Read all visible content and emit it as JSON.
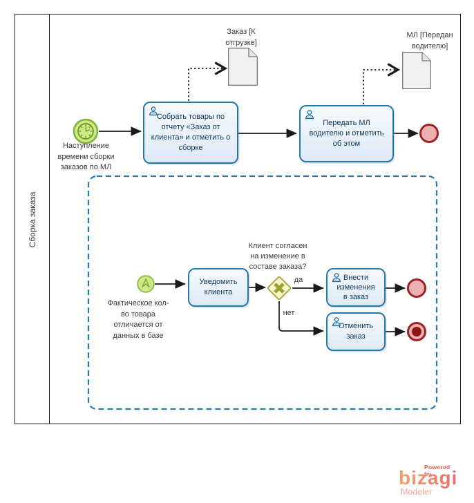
{
  "pool": {
    "label": "Сборка заказа"
  },
  "main": {
    "start_timer": {
      "label": "Наступление\nвремени сборки\nзаказов по МЛ"
    },
    "task_collect": {
      "label": "Собрать товары по\nотчету «Заказ от\nклиента» и отметить о\nсборке"
    },
    "doc_order": {
      "label": "Заказ [К\nотгрузке]"
    },
    "task_handover": {
      "label": "Передать МЛ\nводителю и отметить\nоб этом"
    },
    "doc_ml": {
      "label": "МЛ [Передан\nводителю]"
    }
  },
  "subprocess": {
    "start_escalation": {
      "label": "Фактическое кол-\nво товара\nотличается от\nданных в базе"
    },
    "task_notify": {
      "label": "Уведомить\nклиента"
    },
    "gateway": {
      "question": "Клиент согласен\nна изменение в\nсоставе заказа?",
      "yes_label": "да",
      "no_label": "нет"
    },
    "task_apply_changes": {
      "label": "Внести\nизменения\nв заказ"
    },
    "task_cancel_order": {
      "label": "Отменить\nзаказ"
    }
  },
  "branding": {
    "powered_by": "Powered by",
    "name": "bizagi",
    "product": "Modeler"
  },
  "colors": {
    "task_border": "#2377AC",
    "task_fill": "#E9F1FA",
    "start_fill": "#CDEA89",
    "start_border": "#82B43B",
    "end_border": "#9E2121",
    "end_fill": "#EDAFAF",
    "gateway_fill": "#F6F5CC",
    "gateway_border": "#ABA63F",
    "gateway_marker": "#9FA032",
    "subprocess_border": "#2878AC",
    "doc_fill": "#F1F1F1",
    "doc_border": "#7A7A7A",
    "logo": "#EA8472"
  }
}
